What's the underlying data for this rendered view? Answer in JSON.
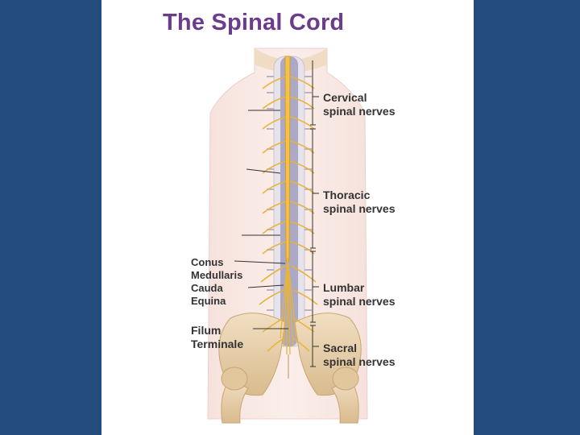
{
  "title": "The Spinal Cord",
  "regions": {
    "cervical": {
      "line1": "Cervical",
      "line2": "spinal nerves"
    },
    "thoracic": {
      "line1": "Thoracic",
      "line2": "spinal nerves"
    },
    "lumbar": {
      "line1": "Lumbar",
      "line2": "spinal nerves"
    },
    "sacral": {
      "line1": "Sacral",
      "line2": "spinal nerves"
    }
  },
  "structures": {
    "conus": {
      "line1": "Conus",
      "line2": "Medullaris"
    },
    "cauda": {
      "line1": "Cauda",
      "line2": "Equina"
    },
    "filum": {
      "line1": "Filum",
      "line2": "Terminale"
    }
  },
  "colors": {
    "background": "#234b7c",
    "title": "#6b3c8c",
    "nerve": "#e8b43a",
    "bone": "#ead3b0"
  }
}
